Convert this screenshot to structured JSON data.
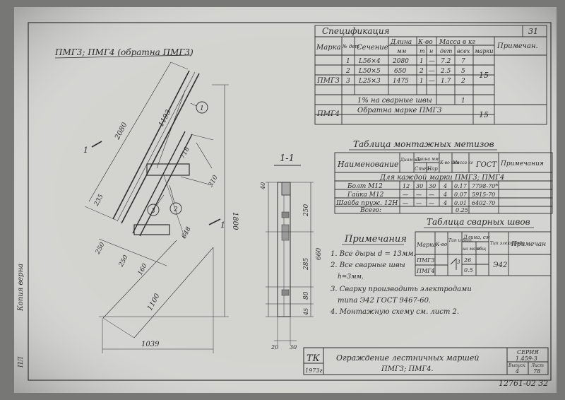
{
  "title_left": "ПМГ3; ПМГ4 (обратна ПМГ3)",
  "sheet_number": "31",
  "section_label": "1-1",
  "spec": {
    "title": "Спецификация",
    "headers": {
      "mark": "Марка",
      "det": "№ дет",
      "section": "Сечение",
      "length": "Длина",
      "length_unit": "мм",
      "qty": "К-во",
      "qty_t": "т",
      "qty_n": "н",
      "mass": "Масса в кг",
      "mass_det": "дет",
      "mass_all": "всех",
      "mass_mark": "марки",
      "note": "Примечан."
    },
    "mark1": "ПМГ3",
    "rows": [
      {
        "det": "1",
        "section": "L56×4",
        "length": "2080",
        "t": "1",
        "n": "—",
        "m_det": "7.2",
        "m_all": "7"
      },
      {
        "det": "2",
        "section": "L50×5",
        "length": "650",
        "t": "2",
        "n": "—",
        "m_det": "2.5",
        "m_all": "5"
      },
      {
        "det": "3",
        "section": "L25×3",
        "length": "1475",
        "t": "1",
        "n": "—",
        "m_det": "1.7",
        "m_all": "2"
      }
    ],
    "weld_text": "1% на сварные швы",
    "weld_all": "1",
    "mass_mark1": "15",
    "mark2": "ПМГ4",
    "mark2_text": "Обратна марке ПМГ3",
    "mass_mark2": "15"
  },
  "hardware": {
    "title": "Таблица монтажных метизов",
    "headers": {
      "name": "Наименование",
      "diam": "Диам мм",
      "len": "Длина мм",
      "len_rod": "Стер",
      "len_thr": "Нар",
      "qty": "К-во шт",
      "mass": "Масса кг",
      "gost": "ГОСТ",
      "note": "Примечания"
    },
    "caption": "Для каждой марки ПМГ3; ПМГ4",
    "rows": [
      {
        "name": "Болт М12",
        "diam": "12",
        "rod": "30",
        "thr": "30",
        "qty": "4",
        "mass": "0.17",
        "gost": "7798-70*"
      },
      {
        "name": "Гайка М12",
        "diam": "—",
        "rod": "—",
        "thr": "—",
        "qty": "4",
        "mass": "0.07",
        "gost": "5915-70"
      },
      {
        "name": "Шайба пруж. 12Н",
        "diam": "—",
        "rod": "—",
        "thr": "—",
        "qty": "4",
        "mass": "0.01",
        "gost": "6402-70"
      }
    ],
    "total_label": "Всего:",
    "total": "0.25"
  },
  "welds": {
    "title": "Таблица сварных швов",
    "headers": {
      "mark": "Марка",
      "qty": "К-во",
      "type": "Тип и тип.",
      "len": "Длина, см",
      "len_sub1": "на марк",
      "len_sub2": "общ",
      "electrode": "Тип электрода",
      "note": "Примечан"
    },
    "marks": [
      "ПМГ3",
      "ПМГ4"
    ],
    "weld_sym": "3",
    "len1": "26",
    "len2": "0.5",
    "electrode": "Э42"
  },
  "notes": {
    "title": "Примечания",
    "items": [
      "1. Все дыры d = 13мм.",
      "2. Все сварные швы",
      "h=3мм.",
      "3. Сварку производить электродами",
      "типа Э42 ГОСТ 9467-60.",
      "4. Монтажную схему см. лист 2."
    ]
  },
  "dims": {
    "d2080": "2080",
    "d1193": "1193",
    "d718": "718",
    "d310": "310",
    "d235": "235",
    "d250a": "250",
    "d250b": "250",
    "d160": "160",
    "d648": "648",
    "d1100": "1100",
    "d1800": "1800",
    "d1039": "1039",
    "c1": "1",
    "c2": "2",
    "c3": "3",
    "s250": "250",
    "s285": "285",
    "s80": "80",
    "s45": "45",
    "s660": "660",
    "s20": "20",
    "s30": "30",
    "s40": "40",
    "cut": "1"
  },
  "titleblock": {
    "tk": "ТК",
    "year": "1973г.",
    "name1": "Ограждение лестничных маршей",
    "name2": "ПМГ3; ПМГ4.",
    "series_label": "СЕРИЯ",
    "series": "1.459-3",
    "issue_label": "Выпуск",
    "issue": "4",
    "sheet_label": "Лист",
    "sheet": "78"
  },
  "footer_code": "12761-02 32",
  "side_text": "Копия верна",
  "side_text2": "ПЛ"
}
